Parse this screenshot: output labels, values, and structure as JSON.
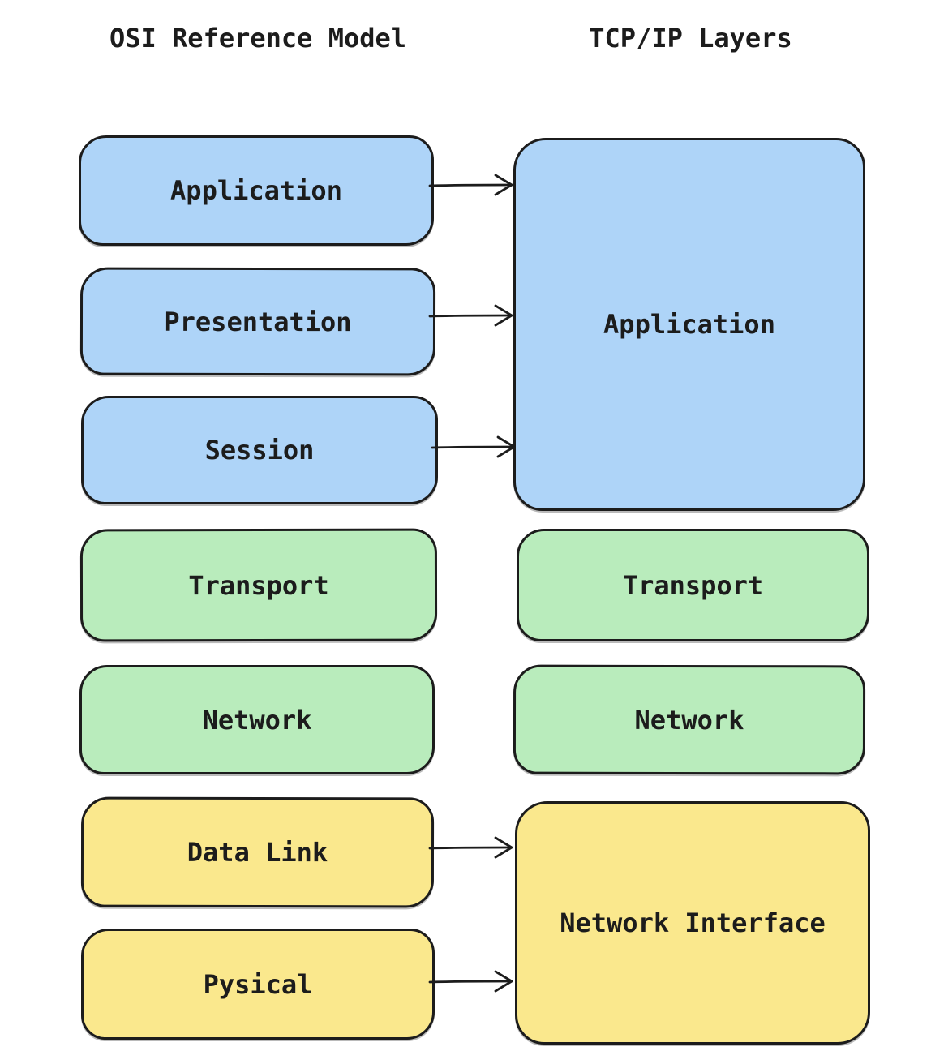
{
  "titles": {
    "osi": "OSI Reference Model",
    "tcpip": "TCP/IP Layers"
  },
  "osi_model": {
    "layers": [
      {
        "label": "Application",
        "color": "#aed4f8"
      },
      {
        "label": "Presentation",
        "color": "#aed4f8"
      },
      {
        "label": "Session",
        "color": "#aed4f8"
      },
      {
        "label": "Transport",
        "color": "#b9ecbc"
      },
      {
        "label": "Network",
        "color": "#b9ecbc"
      },
      {
        "label": "Data Link",
        "color": "#fae88d"
      },
      {
        "label": "Pysical",
        "color": "#fae88d"
      }
    ]
  },
  "tcpip_model": {
    "layers": [
      {
        "label": "Application",
        "color": "#aed4f8"
      },
      {
        "label": "Transport",
        "color": "#b9ecbc"
      },
      {
        "label": "Network",
        "color": "#b9ecbc"
      },
      {
        "label": "Network Interface",
        "color": "#fae88d"
      }
    ]
  },
  "connections": [
    {
      "from": "Application",
      "to": "Application"
    },
    {
      "from": "Presentation",
      "to": "Application"
    },
    {
      "from": "Session",
      "to": "Application"
    },
    {
      "from": "Data Link",
      "to": "Network Interface"
    },
    {
      "from": "Pysical",
      "to": "Network Interface"
    }
  ],
  "stroke_color": "#1c1c1c",
  "background_color": "#ffffff"
}
